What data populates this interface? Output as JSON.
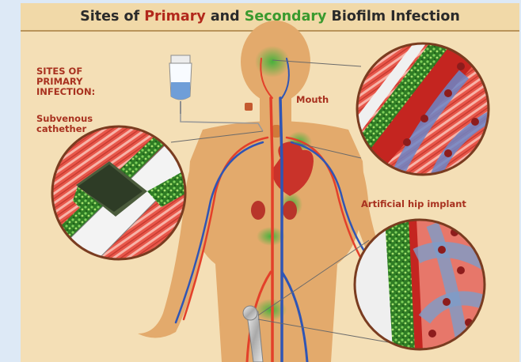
{
  "title": {
    "part1": "Sites of ",
    "primary": "Primary",
    "part2": " and ",
    "secondary": "Secondary",
    "part3": " Biofilm Infection"
  },
  "labels": {
    "sites_heading": "SITES OF\nPRIMARY\nINFECTION:",
    "subvenous": "Subvenous\ncathether",
    "mouth": "Mouth",
    "hip": "Artificial hip implant"
  },
  "colors": {
    "primary_red": "#b2281b",
    "secondary_green": "#3a9a2e",
    "label_red": "#a8311f",
    "background": "#f4dfb6",
    "artery": "#e3402a",
    "vein": "#2f55b5"
  }
}
